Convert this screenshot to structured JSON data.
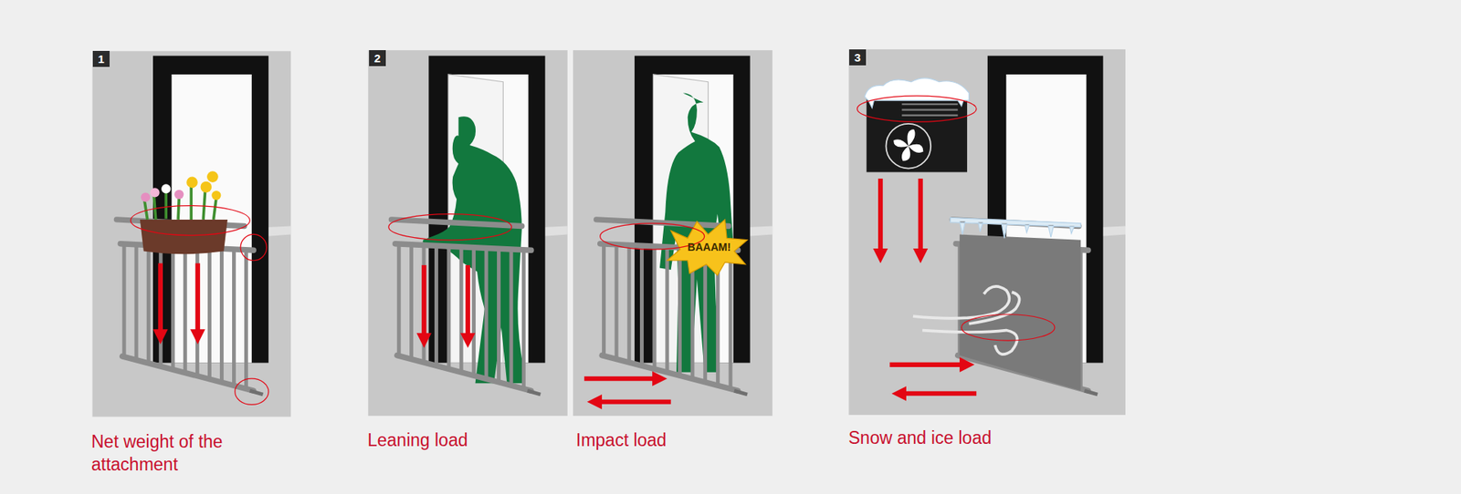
{
  "diagram": {
    "labels": [
      "1",
      "Net weight of the attachment",
      "2",
      "BAAAM!",
      "Leaning load",
      "Impact load",
      "3",
      "Snow and ice load"
    ]
  }
}
